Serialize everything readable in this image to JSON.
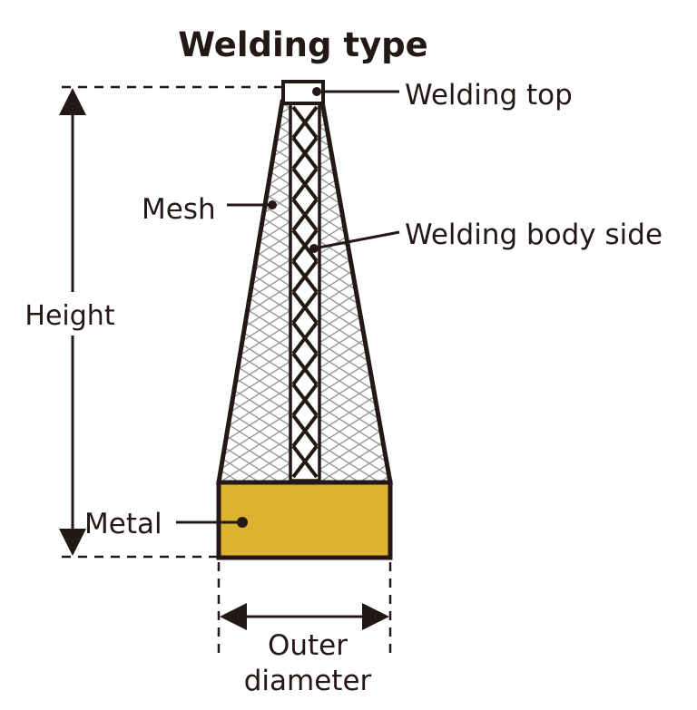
{
  "title": "Welding type",
  "labels": {
    "welding_top": "Welding top",
    "mesh": "Mesh",
    "welding_body_side": "Welding body side",
    "height": "Height",
    "metal": "Metal",
    "outer_diameter_line1": "Outer",
    "outer_diameter_line2": "diameter"
  },
  "colors": {
    "ink": "#231815",
    "metal": "#DDB22E",
    "mesh": "#9a9a9a",
    "background": "#ffffff"
  }
}
